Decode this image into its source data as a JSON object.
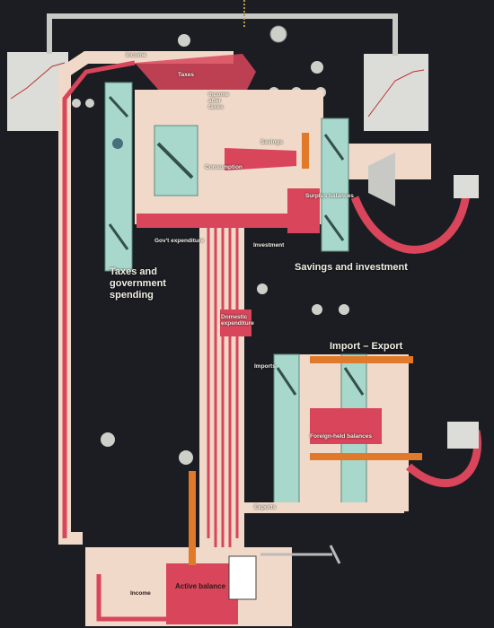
{
  "labels": {
    "income_top": "Income",
    "income_after_taxes": "Income after taxes",
    "savings": "Savings",
    "consumption": "Consumption",
    "taxes_small": "Taxes",
    "surplus_balances": "Surplus balances",
    "govt_expenditure": "Gov't expenditure",
    "investment": "Investment",
    "taxes_and_government_spending": "Taxes and government spending",
    "savings_and_investment": "Savings and investment",
    "domestic_expenditure": "Domestic expenditure",
    "import_export": "Import – Export",
    "imports": "Imports",
    "foreign_held_balances": "Foreign-held balances",
    "exports": "Exports",
    "active_balance": "Active balance",
    "income_bottom": "Income"
  },
  "colors": {
    "background": "#1b1d22",
    "money_flow": "#d9455a",
    "pipe_pale": "#f0d9c8",
    "tank_cyan": "#a8d8cc",
    "float_orange": "#e07a2a",
    "panel_grey": "#d8d8d4"
  }
}
